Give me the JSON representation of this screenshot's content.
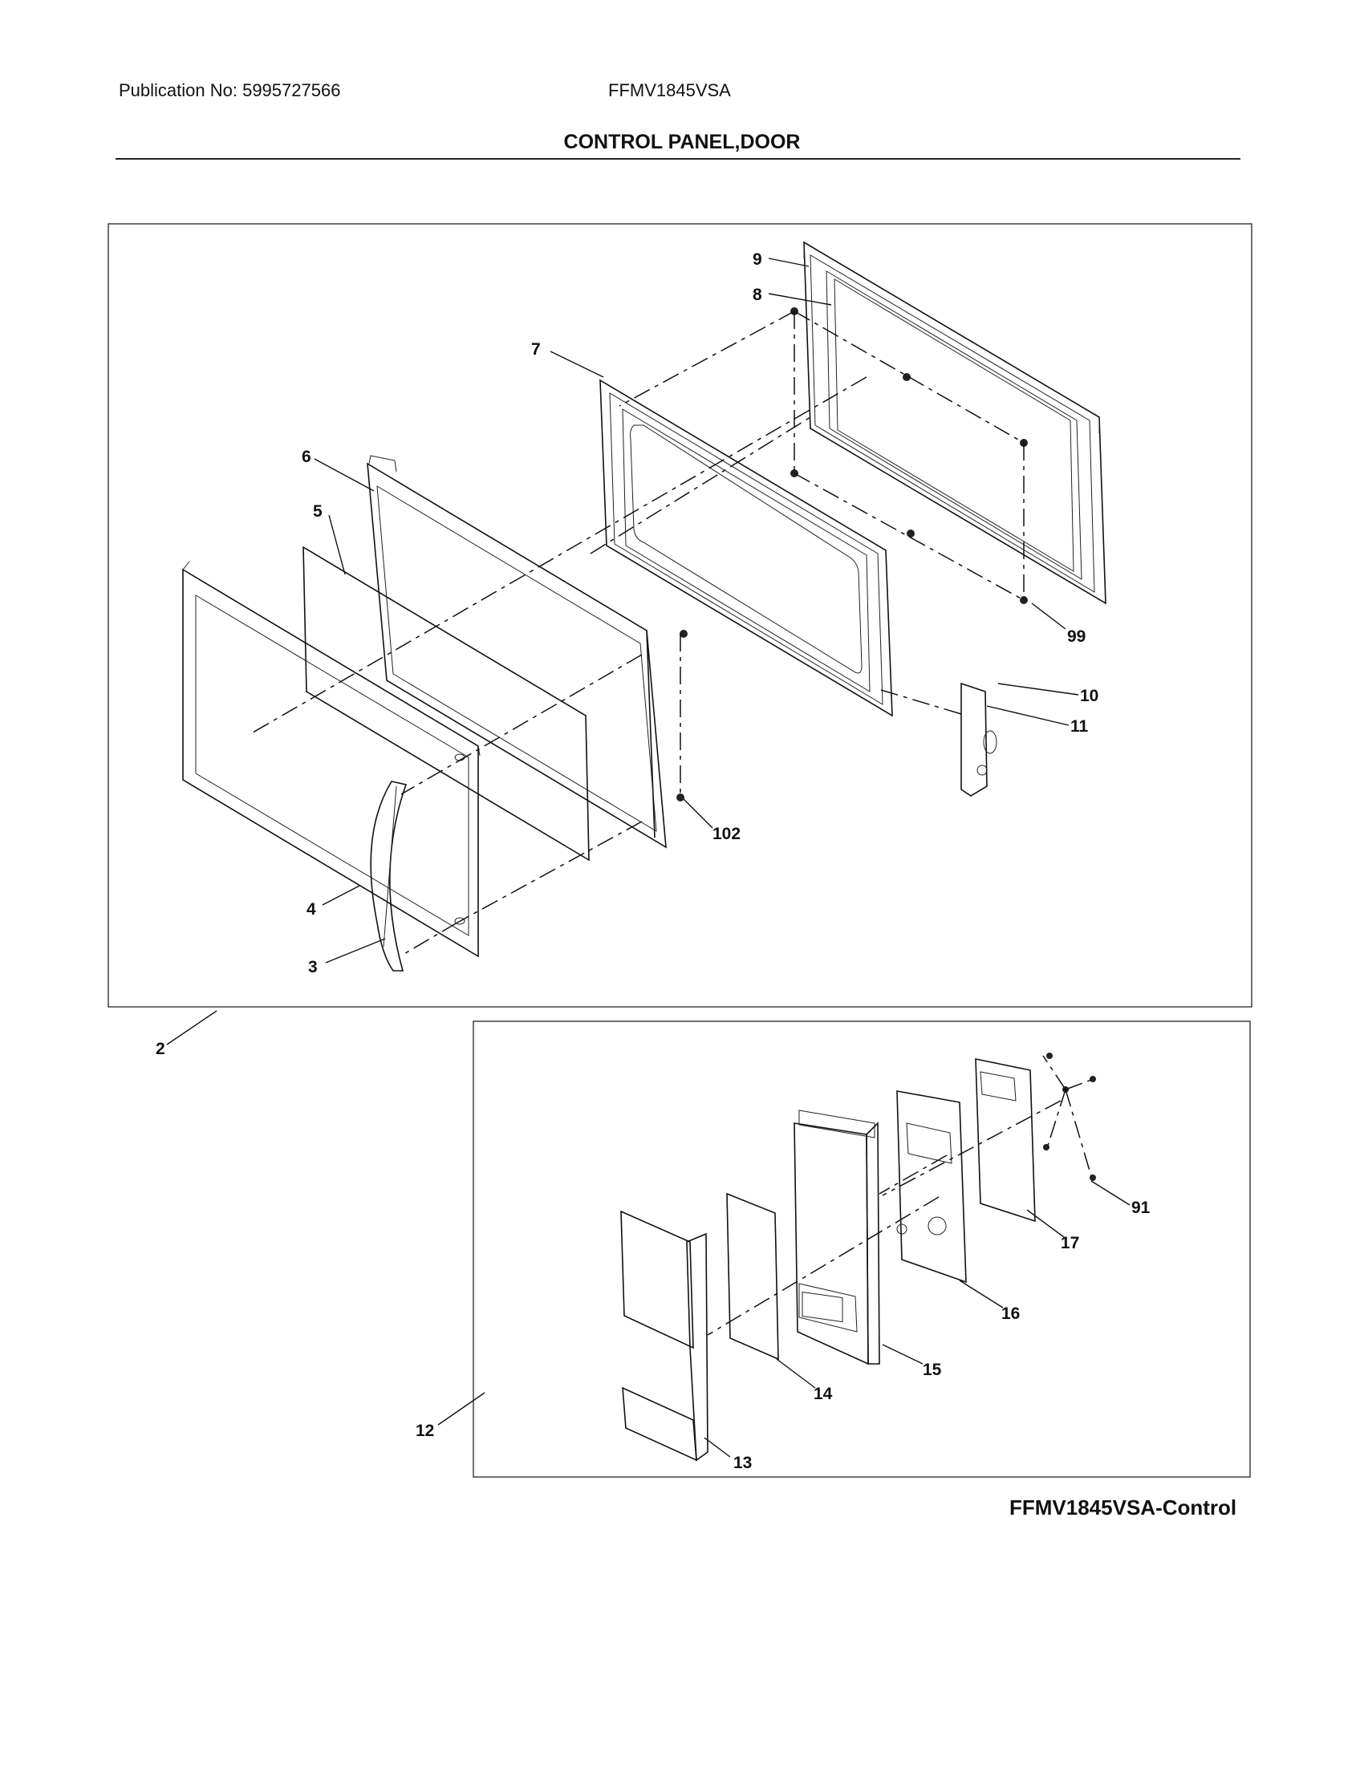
{
  "header": {
    "publication": "Publication No: 5995727566",
    "model": "FFMV1845VSA",
    "title": "CONTROL PANEL,DOOR"
  },
  "footer": {
    "label": "FFMV1845VSA-Control"
  },
  "callouts": {
    "c9": "9",
    "c8": "8",
    "c7": "7",
    "c6": "6",
    "c5": "5",
    "c99": "99",
    "c10": "10",
    "c11": "11",
    "c102": "102",
    "c4": "4",
    "c3": "3",
    "c2": "2",
    "c91": "91",
    "c17": "17",
    "c16": "16",
    "c15": "15",
    "c14": "14",
    "c13": "13",
    "c12": "12"
  }
}
